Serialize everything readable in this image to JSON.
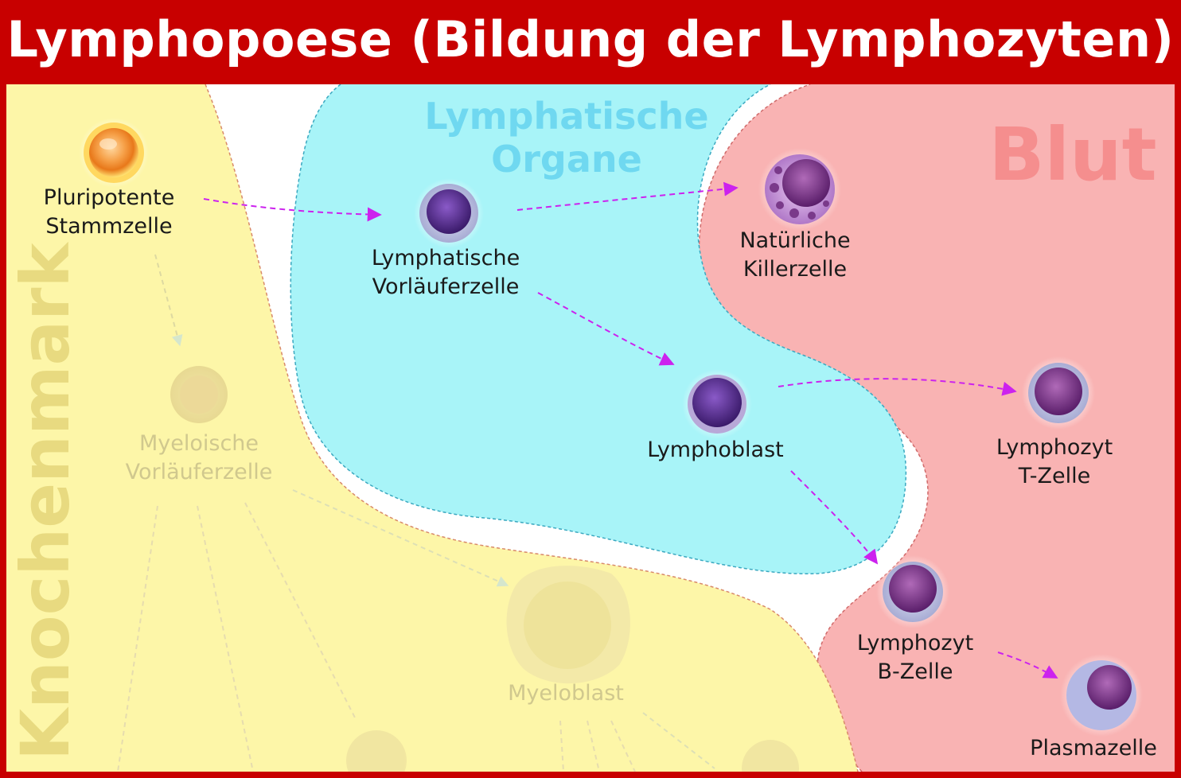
{
  "title": "Lymphopoese (Bildung der Lymphozyten)",
  "colors": {
    "frame": "#c80000",
    "bone_marrow": "#fdf6a8",
    "lymphatic_organs": "#a8f4f8",
    "blood": "#f9b3b3",
    "arrow": "#cc22ee"
  },
  "regions": {
    "bone_marrow": "Knochenmark",
    "lymphatic_organs_line1": "Lymphatische",
    "lymphatic_organs_line2": "Organe",
    "blood": "Blut"
  },
  "cells": {
    "stem": {
      "line1": "Pluripotente",
      "line2": "Stammzelle"
    },
    "lymph_progenitor": {
      "line1": "Lymphatische",
      "line2": "Vorläuferzelle"
    },
    "nk": {
      "line1": "Natürliche",
      "line2": "Killerzelle"
    },
    "lymphoblast": {
      "line1": "Lymphoblast"
    },
    "t_cell": {
      "line1": "Lymphozyt",
      "line2": "T-Zelle"
    },
    "b_cell": {
      "line1": "Lymphozyt",
      "line2": "B-Zelle"
    },
    "plasma": {
      "line1": "Plasmazelle"
    },
    "myeloid_progenitor": {
      "line1": "Myeloische",
      "line2": "Vorläuferzelle"
    },
    "myeloblast": {
      "line1": "Myeloblast"
    }
  }
}
